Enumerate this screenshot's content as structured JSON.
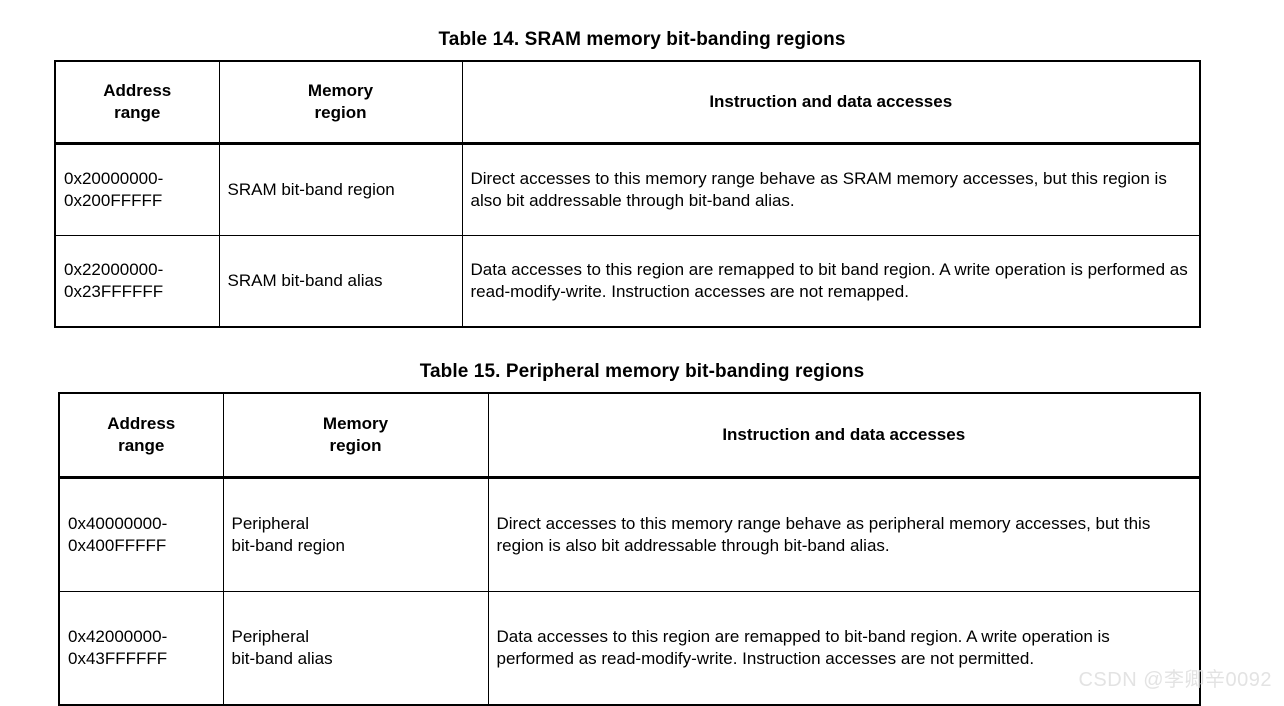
{
  "page": {
    "background": "#ffffff",
    "text_color": "#000000"
  },
  "tables": [
    {
      "id": "table-14",
      "title": "Table 14. SRAM memory bit-banding regions",
      "headers": {
        "address_range": "Address\nrange",
        "memory_region": "Memory\nregion",
        "accesses": "Instruction and data accesses"
      },
      "rows": [
        {
          "address_range": "0x20000000-\n0x200FFFFF",
          "memory_region": "SRAM bit-band region",
          "accesses": "Direct accesses to this memory range behave as SRAM memory accesses, but this region is also bit addressable through bit-band alias."
        },
        {
          "address_range": "0x22000000-\n0x23FFFFFF",
          "memory_region": "SRAM bit-band alias",
          "accesses": "Data accesses to this region are remapped to bit band region. A write operation is performed as read-modify-write. Instruction accesses are not remapped."
        }
      ]
    },
    {
      "id": "table-15",
      "title": "Table 15. Peripheral memory bit-banding regions",
      "headers": {
        "address_range": "Address\nrange",
        "memory_region": "Memory\nregion",
        "accesses": "Instruction and data accesses"
      },
      "rows": [
        {
          "address_range": "0x40000000-\n0x400FFFFF",
          "memory_region": "Peripheral\nbit-band region",
          "accesses": "Direct accesses to this memory range behave as peripheral memory accesses, but this region is also bit addressable through bit-band alias."
        },
        {
          "address_range": "0x42000000-\n0x43FFFFFF",
          "memory_region": "Peripheral\nbit-band alias",
          "accesses": "Data accesses to this region are remapped to bit-band region. A write operation is performed as read-modify-write. Instruction accesses are not permitted."
        }
      ]
    }
  ],
  "watermark": {
    "text": "CSDN @李卿辛0092",
    "color": "#e3e3e3"
  }
}
